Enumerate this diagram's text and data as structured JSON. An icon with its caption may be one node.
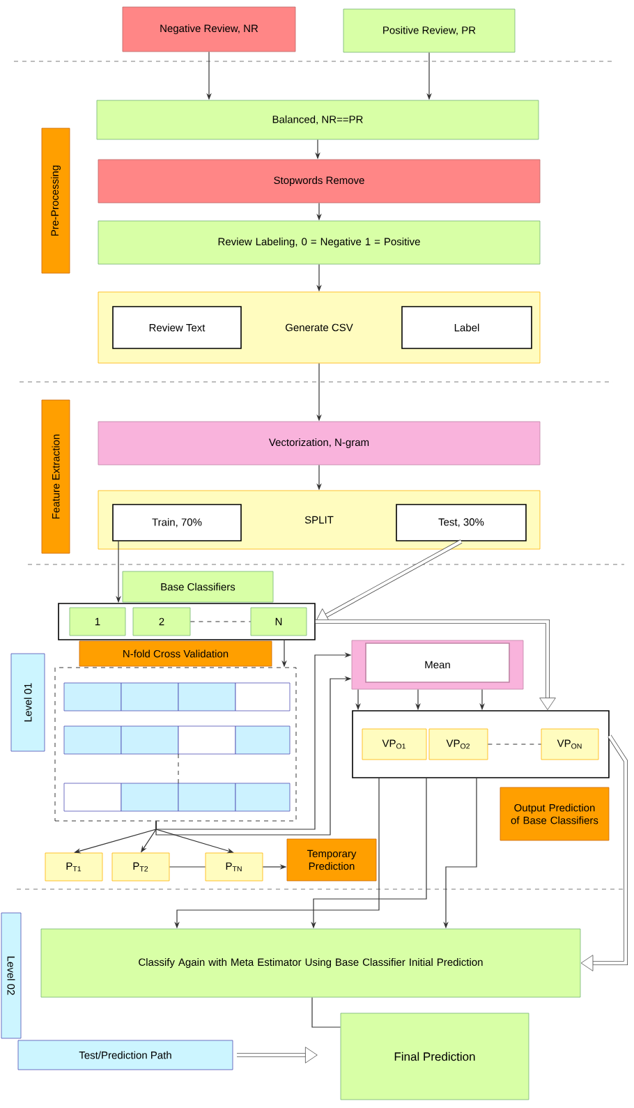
{
  "diagram": {
    "nodes": [
      {
        "text": [
          "Negative Review, NR"
        ]
      },
      {
        "text": [
          "Positive Review, PR"
        ]
      },
      {
        "text": [
          "Balanced, NR==PR"
        ]
      },
      {
        "text": [
          "Stopwords Remove"
        ]
      },
      {
        "text": [
          "Review Labeling, 0 = Negative 1 = Positive"
        ]
      },
      {
        "text": [
          "Generate CSV"
        ]
      },
      {
        "text": [
          "Review Text"
        ],
        "in": 5
      },
      {
        "text": [
          "Label"
        ],
        "in": 5
      },
      {
        "text": [
          "Vectorization, N-gram"
        ]
      },
      {
        "text": [
          "SPLIT"
        ]
      },
      {
        "text": [
          "Train, 70%"
        ],
        "in": 9
      },
      {
        "text": [
          "Test, 30%"
        ],
        "in": 9
      },
      {
        "text": [
          "Base Classifiers"
        ]
      },
      {
        "text": [],
        "shape": "box"
      },
      {
        "text": [
          "1"
        ],
        "in": 13
      },
      {
        "text": [
          "2"
        ],
        "in": 13
      },
      {
        "text": [
          "N"
        ],
        "in": 13
      },
      {
        "text": [
          "N-fold Cross Validation"
        ]
      },
      {
        "text": [],
        "shape": "box"
      },
      {
        "text": [
          "Mean"
        ]
      },
      {
        "text": [],
        "shape": "box"
      },
      {
        "text": [
          "VP$_{O1}$"
        ],
        "in": 20
      },
      {
        "text": [
          "VP$_{O2}$"
        ],
        "in": 20
      },
      {
        "text": [
          "VP$_{ON}$"
        ],
        "in": 20
      },
      {
        "text": [
          "Output Prediction of Base Classifiers"
        ]
      },
      {
        "text": [
          "P$_{T1}$"
        ]
      },
      {
        "text": [
          "P$_{T2}$"
        ]
      },
      {
        "text": [
          "P$_{TN}$"
        ]
      },
      {
        "text": [
          "Temporary Prediction"
        ]
      },
      {
        "text": [
          "Classify Again with Meta Estimator Using Base Classifier Initial Prediction"
        ]
      },
      {
        "text": [
          "Final Prediction"
        ]
      },
      {
        "text": [
          "Pre-Processing"
        ]
      },
      {
        "text": [
          "Feature Extraction"
        ]
      },
      {
        "text": [
          "Level 01"
        ]
      },
      {
        "text": [
          "Level 02"
        ]
      }
    ],
    "edges": [
      {
        "from": 0,
        "to": 2,
        "arrow": "to"
      },
      {
        "from": 1,
        "to": 2,
        "arrow": "to"
      },
      {
        "from": 2,
        "to": 3,
        "arrow": "to"
      },
      {
        "from": 3,
        "to": 4,
        "arrow": "to"
      },
      {
        "from": 4,
        "to": 5,
        "arrow": "to"
      },
      {
        "from": 5,
        "to": 8,
        "arrow": "to"
      },
      {
        "from": 8,
        "to": 9,
        "arrow": "to"
      },
      {
        "from": 10,
        "to": 13,
        "arrow": "to"
      },
      {
        "from": 11,
        "to": 13,
        "arrow": "to",
        "style": "thick"
      },
      {
        "from": 13,
        "to": 18,
        "arrow": "to"
      },
      {
        "from": 13,
        "to": 20,
        "arrow": "to",
        "style": "thick"
      },
      {
        "from": 18,
        "to": 25,
        "arrow": "to"
      },
      {
        "from": 18,
        "to": 26,
        "arrow": "to"
      },
      {
        "from": 18,
        "to": 27,
        "arrow": "to"
      },
      {
        "from": 18,
        "to": 19,
        "arrow": "to"
      },
      {
        "from": 18,
        "to": 19,
        "arrow": "to"
      },
      {
        "from": 19,
        "to": 20,
        "arrow": "to"
      },
      {
        "from": 19,
        "to": 20,
        "arrow": "to"
      },
      {
        "from": 19,
        "to": 20,
        "arrow": "to"
      },
      {
        "from": 20,
        "to": 29,
        "arrow": "to"
      },
      {
        "from": 20,
        "to": 29,
        "arrow": "to"
      },
      {
        "from": 20,
        "to": 29,
        "arrow": "to"
      },
      {
        "from": 20,
        "to": 29,
        "arrow": "to",
        "style": "thick"
      },
      {
        "from": 27,
        "to": 28,
        "arrow": "to"
      },
      {
        "from": 26,
        "to": 27,
        "arrow": "none"
      },
      {
        "from": 15,
        "to": 16,
        "arrow": "none",
        "style": "dashed"
      },
      {
        "from": 22,
        "to": 23,
        "arrow": "none",
        "style": "dashed"
      },
      {
        "from": 29,
        "to": 30,
        "arrow": "none"
      }
    ],
    "legend": [
      {
        "text": "Test/Prediction Path"
      }
    ]
  }
}
